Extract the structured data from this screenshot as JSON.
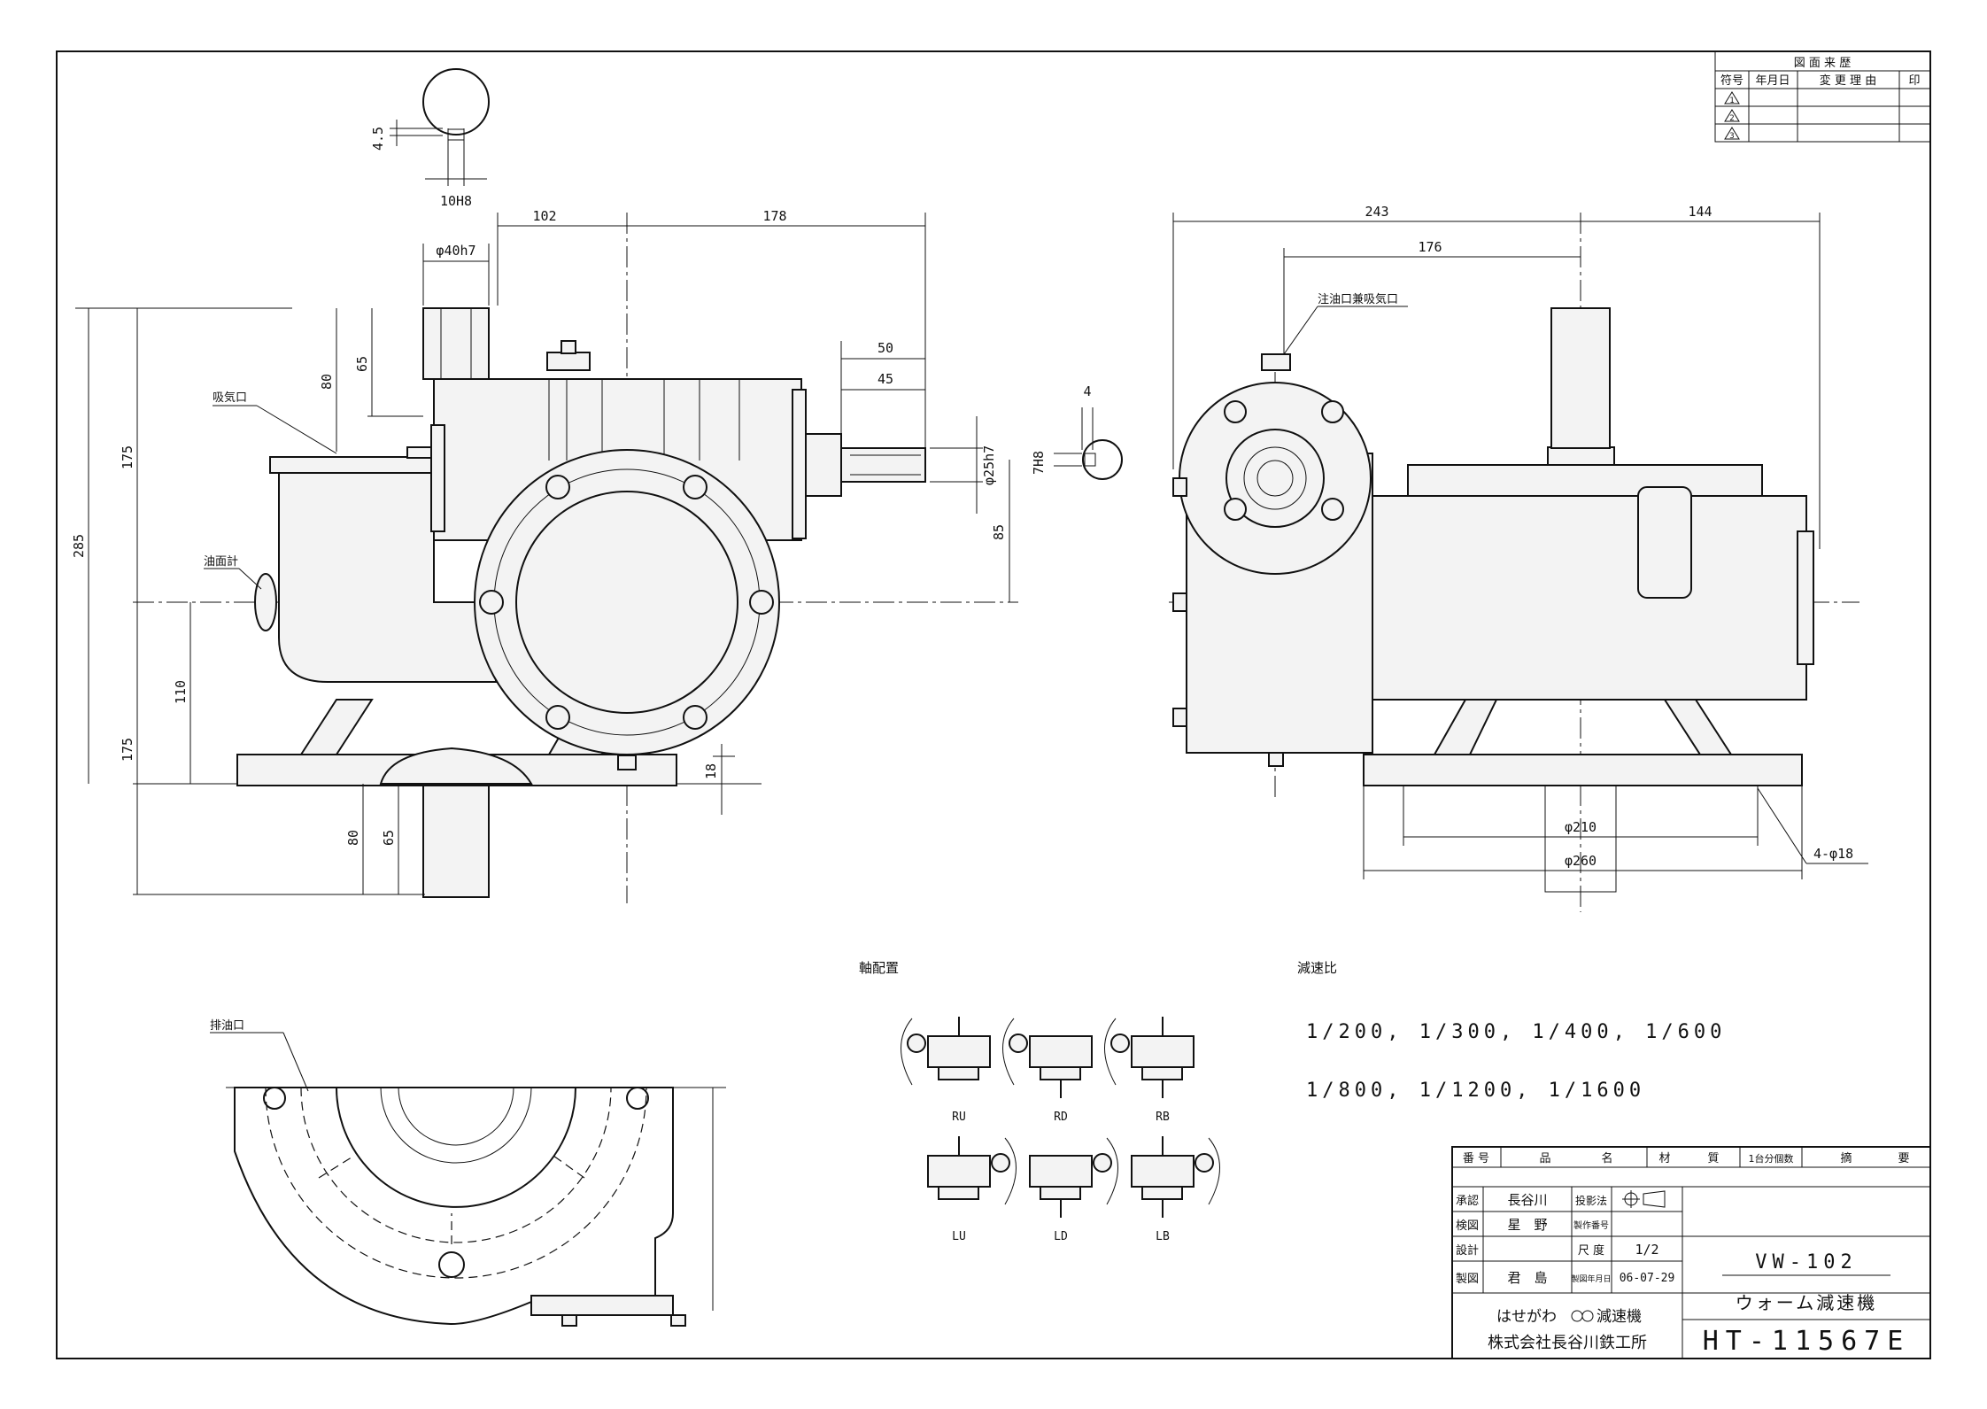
{
  "revision_block": {
    "title": "図 面 来 歴",
    "headers": [
      "符号",
      "年月日",
      "変 更 理 由",
      "印"
    ],
    "symbols": [
      "1",
      "2",
      "3"
    ]
  },
  "dims": {
    "keyway_depth": "4.5",
    "keyway_width": "10H8",
    "d102": "102",
    "d178": "178",
    "shaft_dia": "φ40h7",
    "d80_top": "80",
    "d65_top": "65",
    "d175_top": "175",
    "d285": "285",
    "d110": "110",
    "d175_bot": "175",
    "d80_bot": "80",
    "d65_bot": "65",
    "d50": "50",
    "d45": "45",
    "small_dia": "φ25h7",
    "d4": "4",
    "d7h8": "7H8",
    "d85": "85",
    "d18": "18",
    "d243": "243",
    "d144": "144",
    "d176": "176",
    "d210": "φ210",
    "d260": "φ260",
    "holes": "4-φ18"
  },
  "labels": {
    "air_inlet": "吸気口",
    "oil_gauge": "油面計",
    "oil_fill": "注油口兼吸気口",
    "oil_drain": "排油口",
    "shaft_arrangement": "軸配置",
    "reduction_ratio": "減速比"
  },
  "ratios": {
    "line1": "1/200, 1/300, 1/400, 1/600",
    "line2": "1/800, 1/1200, 1/1600"
  },
  "arrangements": [
    "RU",
    "RD",
    "RB",
    "LU",
    "LD",
    "LB"
  ],
  "title_block": {
    "headers": [
      "番 号",
      "品",
      "名",
      "材",
      "質",
      "1台分個数",
      "摘",
      "要"
    ],
    "approve_label": "承認",
    "approve_name": "長谷川",
    "check_label": "検図",
    "check_name": "星　野",
    "design_label": "設計",
    "design_name": "",
    "drawn_label": "製図",
    "drawn_name": "君　島",
    "projection_label": "投影法",
    "mfg_no_label": "製作番号",
    "scale_label": "尺 度",
    "scale_value": "1/2",
    "date_label": "製図年月日",
    "date_value": "06-07-29",
    "model": "VW-102",
    "product": "ウォーム減速機",
    "brand": "はせがわ",
    "brand_suffix": "減速機",
    "company": "株式会社長谷川鉄工所",
    "drawing_no": "HT-11567E"
  }
}
